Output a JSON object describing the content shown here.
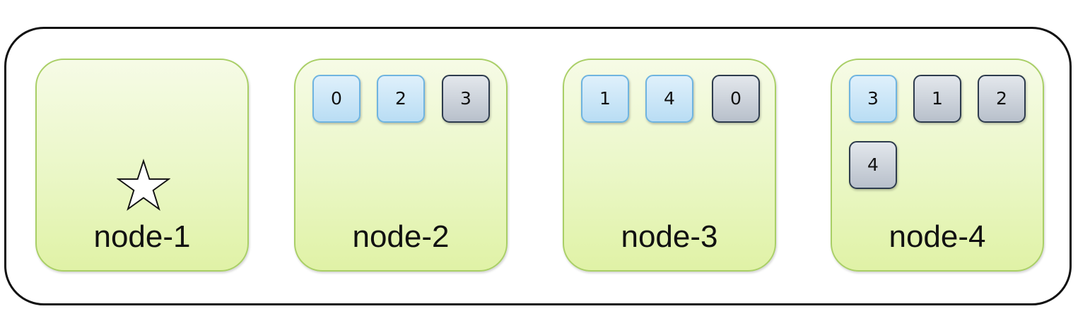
{
  "nodes": [
    {
      "label": "node-1",
      "has_star": true,
      "shards": []
    },
    {
      "label": "node-2",
      "shards": [
        {
          "id": "0",
          "kind": "primary"
        },
        {
          "id": "2",
          "kind": "primary"
        },
        {
          "id": "3",
          "kind": "replica"
        }
      ]
    },
    {
      "label": "node-3",
      "shards": [
        {
          "id": "1",
          "kind": "primary"
        },
        {
          "id": "4",
          "kind": "primary"
        },
        {
          "id": "0",
          "kind": "replica"
        }
      ]
    },
    {
      "label": "node-4",
      "shards": [
        {
          "id": "3",
          "kind": "primary"
        },
        {
          "id": "1",
          "kind": "replica"
        },
        {
          "id": "2",
          "kind": "replica"
        },
        {
          "id": "4",
          "kind": "replica"
        }
      ]
    }
  ],
  "colors": {
    "node_fill": "#eaf7c6",
    "node_border": "#a9cf66",
    "primary_shard_fill": "#b9ddf4",
    "primary_shard_border": "#6fb4e0",
    "replica_shard_fill": "#b8c0cb",
    "replica_shard_border": "#2d3b4d",
    "cluster_border": "#111111"
  },
  "icons": {
    "master_marker": "star-icon"
  }
}
